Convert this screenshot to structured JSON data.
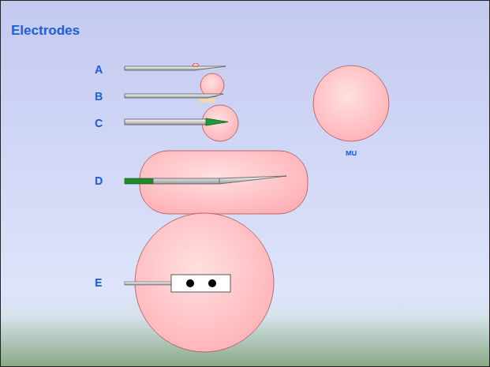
{
  "diagram": {
    "title": "Electrodes",
    "nodes": [
      {
        "text": [
          "MU"
        ]
      }
    ],
    "labels": [
      "A",
      "B",
      "C",
      "D",
      "E"
    ]
  }
}
